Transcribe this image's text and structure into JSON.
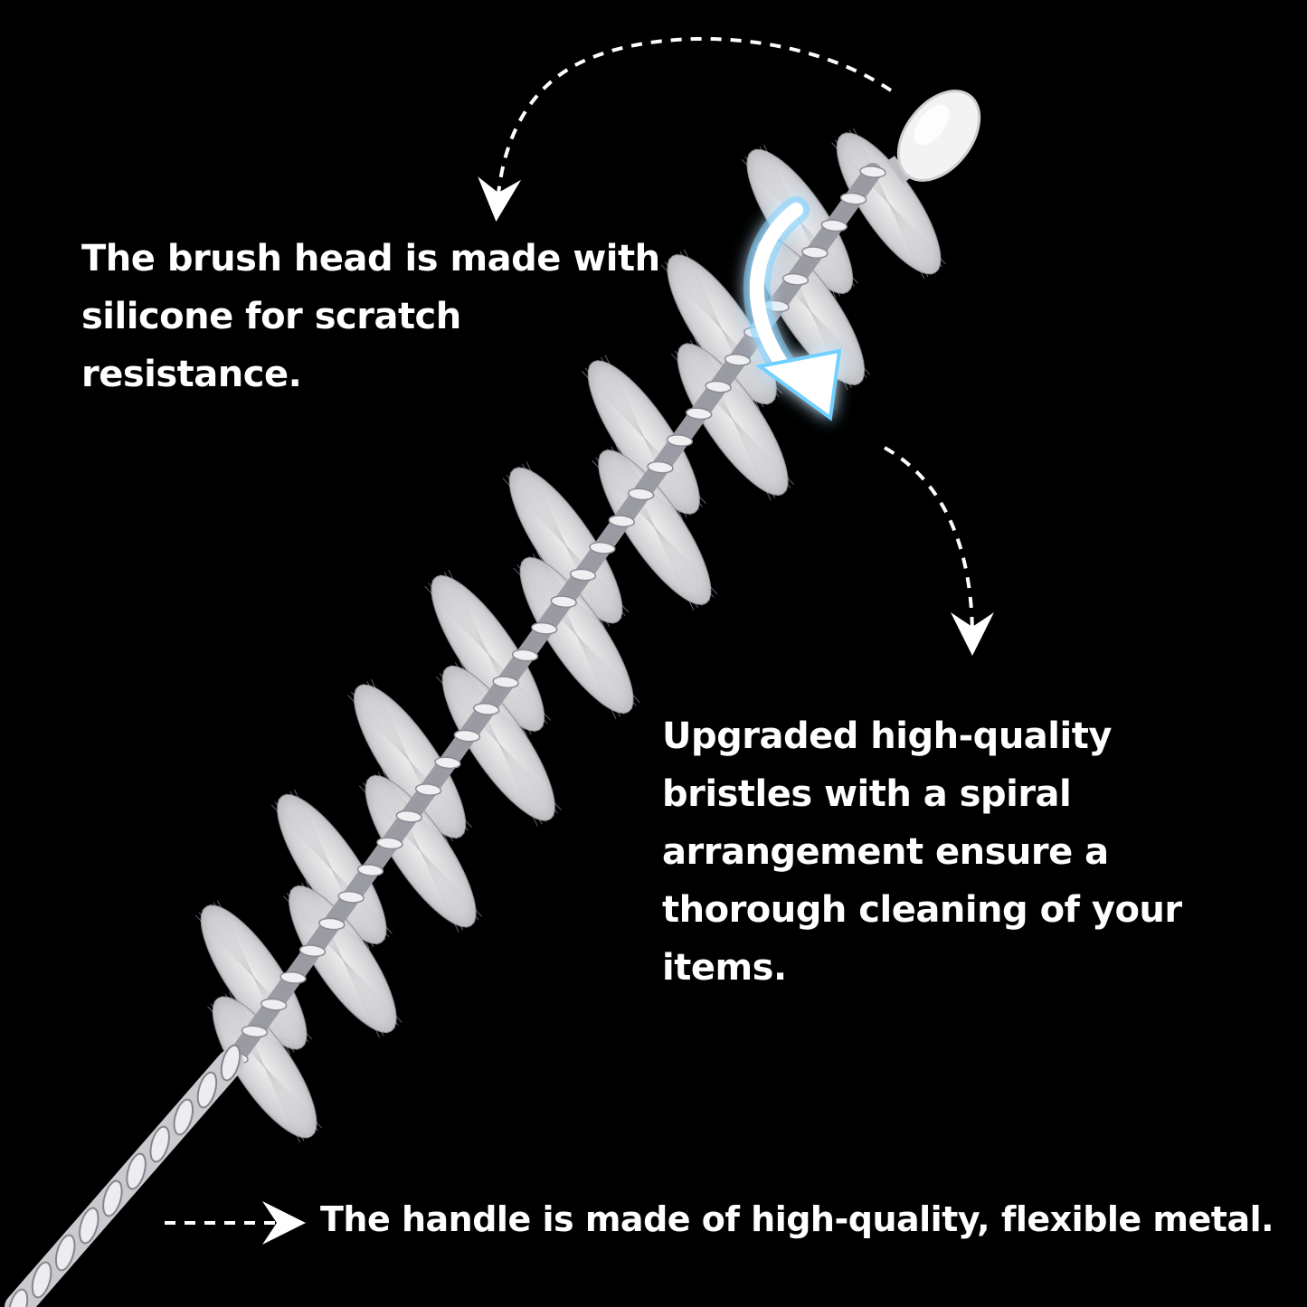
{
  "captions": {
    "brush_head": "The brush head is made with silicone for scratch resistance.",
    "bristles": "Upgraded high-quality bristles with a spiral arrangement ensure a thorough cleaning of your items.",
    "handle": "The handle is made of high-quality, flexible metal."
  },
  "colors": {
    "background": "#000000",
    "text": "#ffffff",
    "bristle": "#e8e8ea",
    "wire": "#b9b9bd",
    "tip": "#f2f2f2",
    "glow_arrow": "#4fc3ff"
  },
  "icons": [
    "dashed-arrow-icon",
    "glowing-curved-arrow-icon"
  ]
}
